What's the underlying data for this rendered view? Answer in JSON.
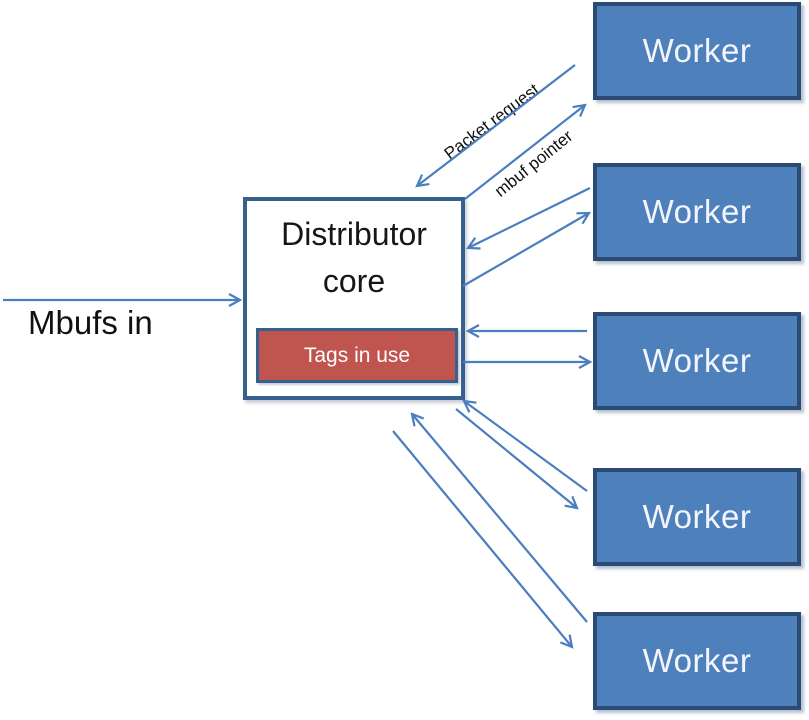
{
  "diagram": {
    "input_label": "Mbufs in",
    "distributor": {
      "title": "Distributor core",
      "tags_label": "Tags in use"
    },
    "workers": [
      "Worker",
      "Worker",
      "Worker",
      "Worker",
      "Worker"
    ],
    "arrow_labels": {
      "packet_request": "Packet request",
      "mbuf_pointer": "mbuf pointer"
    },
    "colors": {
      "worker_fill": "#4e80bc",
      "worker_border": "#2b4b74",
      "box_border": "#36618f",
      "tags_fill": "#c0544f",
      "arrow": "#4a7ebe",
      "label_text": "#101010",
      "worker_text": "#f2f6fc"
    }
  }
}
